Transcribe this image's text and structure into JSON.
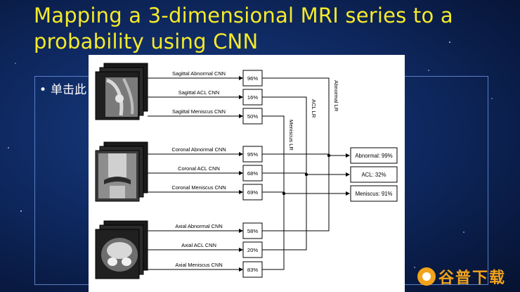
{
  "slide": {
    "title_line1": "Mapping a 3-dimensional MRI series to a",
    "title_line2": "probability using CNN",
    "bullet": "单击此",
    "watermark": "谷普下载"
  },
  "diagram": {
    "cnn_labels": [
      "Sagittal Abnormal CNN",
      "Sagittal ACL CNN",
      "Sagittal Meniscus CNN",
      "Coronal Abnormal CNN",
      "Coronal ACL CNN",
      "Coronal Meniscus CNN",
      "Axial Abnormal CNN",
      "Axial ACL CNN",
      "Axial Meniscus CNN"
    ],
    "probabilities": [
      "96%",
      "16%",
      "50%",
      "95%",
      "68%",
      "69%",
      "58%",
      "20%",
      "83%"
    ],
    "regressions": [
      "Abnormal LR",
      "ACL LR",
      "Meniscus LR"
    ],
    "outputs": [
      "Abnormal: 99%",
      "ACL: 32%",
      "Meniscus: 91%"
    ]
  },
  "colors": {
    "title": "#f5ea2a",
    "watermark": "#f2a31b",
    "box_border": "#5a7fc4"
  }
}
